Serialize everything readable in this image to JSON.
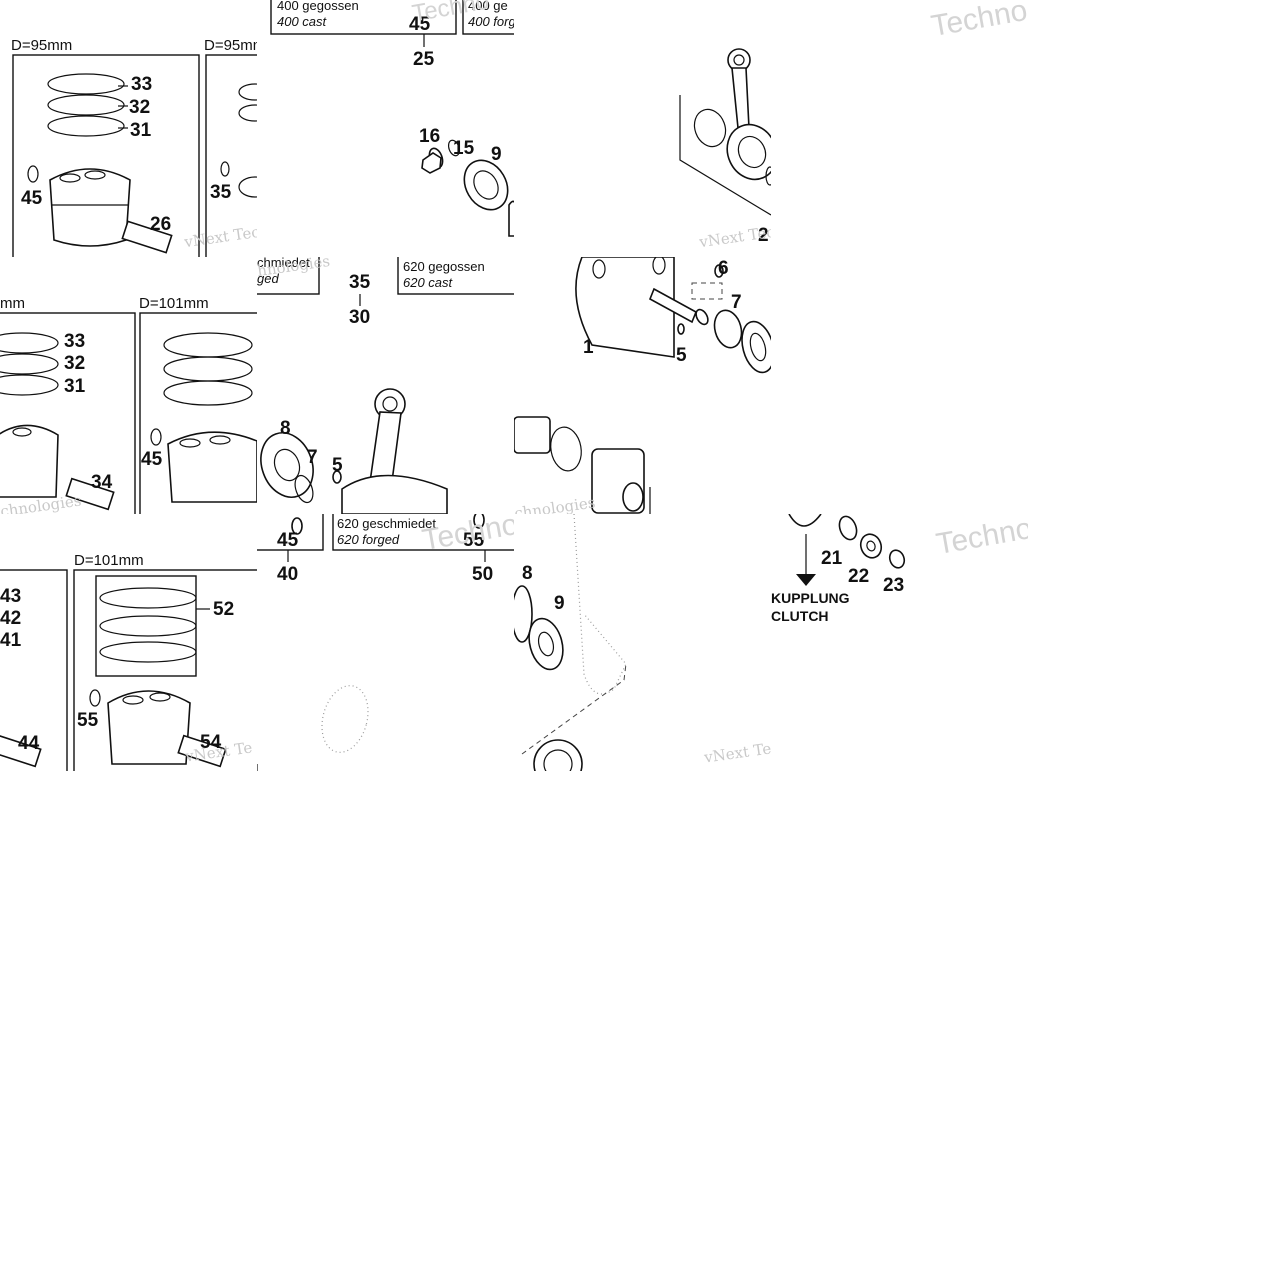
{
  "tiles": {
    "t00": {
      "dims": [
        "D=95mm",
        "D=95mm"
      ],
      "labels": [
        "33",
        "32",
        "31",
        "45",
        "35",
        "26"
      ],
      "watermark": "vNext Tec"
    },
    "t01": {
      "notes": [
        {
          "line1": "400 gegossen",
          "line2": "400 cast"
        },
        {
          "line1": "400 ge",
          "line2": "400 forg"
        }
      ],
      "labels": [
        "45",
        "25",
        "16",
        "15",
        "9"
      ],
      "watermark": "Techno"
    },
    "t02": {
      "watermark": "vNext Tec",
      "labels": [
        "2"
      ]
    },
    "t03": {
      "watermark": "Techno"
    },
    "t10": {
      "dims": [
        "mm",
        "D=101mm"
      ],
      "labels": [
        "33",
        "32",
        "31",
        "45",
        "34"
      ],
      "watermark": "chnologies"
    },
    "t11": {
      "notes": [
        {
          "line1": "chmiedet",
          "line2": "ged"
        },
        {
          "line1": "620 gegossen",
          "line2": "620 cast"
        }
      ],
      "labels": [
        "35",
        "30",
        "8",
        "7",
        "5"
      ],
      "watermark": "hnologies"
    },
    "t12": {
      "labels": [
        "6",
        "7",
        "1",
        "5"
      ],
      "watermark": "chnologies"
    },
    "t20": {
      "dims": [
        "D=101mm"
      ],
      "labels": [
        "43",
        "42",
        "41",
        "52",
        "55",
        "44",
        "54"
      ],
      "watermark": "vNext Te"
    },
    "t21": {
      "notes": [
        {
          "line1": "620 geschmiedet",
          "line2": "620 forged"
        }
      ],
      "labels": [
        "45",
        "40",
        "55",
        "50"
      ],
      "watermark": "Techno"
    },
    "t22": {
      "labels": [
        "8",
        "9"
      ],
      "watermark": "vNext Te"
    },
    "t23": {
      "labels": [
        "21",
        "22",
        "23"
      ],
      "clutch": {
        "line1": "KUPPLUNG",
        "line2": "CLUTCH"
      },
      "watermark": "Techno"
    }
  }
}
